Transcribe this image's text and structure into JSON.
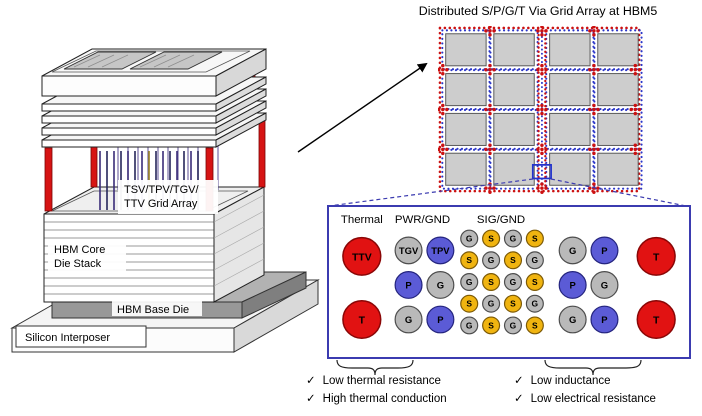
{
  "title": "Distributed S/P/G/T Via Grid Array at HBM5",
  "stack_labels": {
    "via_array_line1": "TSV/TPV/TGV/",
    "via_array_line2": "TTV Grid Array",
    "core_line1": "HBM Core",
    "core_line2": "Die Stack",
    "base_die": "HBM Base Die",
    "interposer": "Silicon Interposer"
  },
  "inset": {
    "headers": {
      "thermal": "Thermal",
      "pwr_gnd": "PWR/GND",
      "sig_gnd": "SIG/GND"
    },
    "big_left": [
      "TTV",
      "T"
    ],
    "big_right": [
      "T",
      "T"
    ],
    "mid_left": [
      [
        "TGV",
        "TPV"
      ],
      [
        "P",
        "G"
      ],
      [
        "G",
        "P"
      ]
    ],
    "mid_right": [
      [
        "G",
        "P"
      ],
      [
        "P",
        "G"
      ],
      [
        "G",
        "P"
      ]
    ],
    "small_grid": [
      [
        "G",
        "S",
        "G",
        "S"
      ],
      [
        "S",
        "G",
        "S",
        "G"
      ],
      [
        "G",
        "S",
        "G",
        "S"
      ],
      [
        "S",
        "G",
        "S",
        "G"
      ],
      [
        "G",
        "S",
        "G",
        "S"
      ]
    ]
  },
  "checklist": {
    "check": "✓",
    "left": [
      "Low thermal resistance",
      "High thermal conduction"
    ],
    "right": [
      "Low inductance",
      "Low electrical resistance"
    ]
  },
  "colors": {
    "thermal_red": "#e11212",
    "power_blue": "#5b5bd6",
    "ground_gray": "#b9b9b9",
    "signal_yellow": "#f0b410",
    "grid_blue_dots": "#2a35c8",
    "grid_red_dots": "#cc1111",
    "inset_border_blue": "#3b3bb0"
  }
}
